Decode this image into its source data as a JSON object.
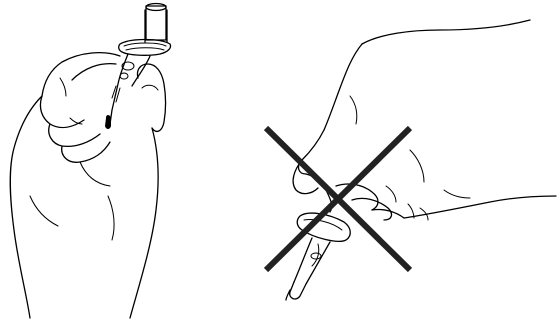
{
  "figures": [
    {
      "id": "correct-grip",
      "status": "correct"
    },
    {
      "id": "incorrect-grip",
      "status": "incorrect",
      "marker": "cross"
    }
  ],
  "colors": {
    "line": "#000000",
    "cross": "#222222",
    "background": "#ffffff"
  }
}
